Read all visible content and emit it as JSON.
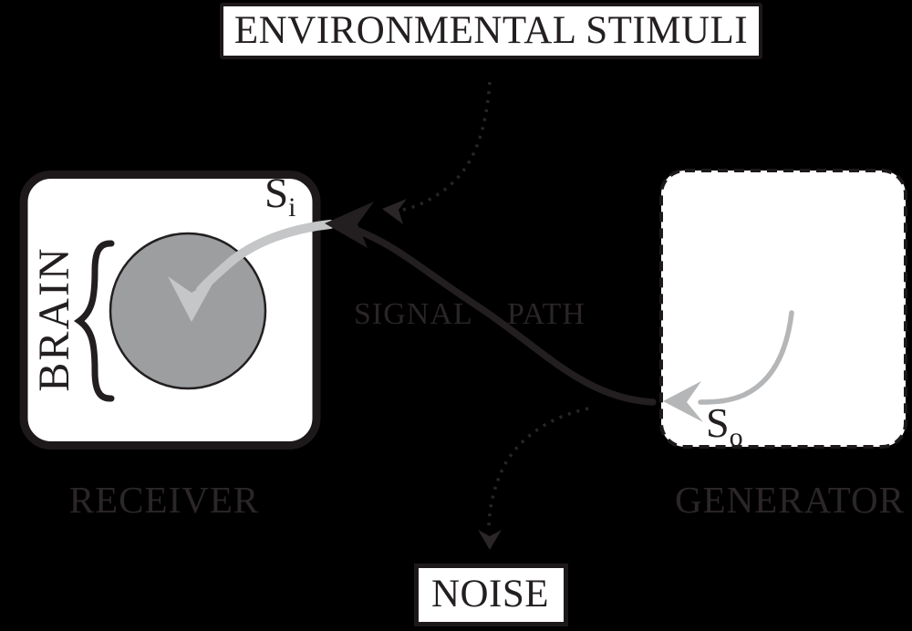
{
  "diagram_title": "Signal path diagram",
  "colors": {
    "background": "#000000",
    "ink": "#231f20",
    "box_fill": "#ffffff",
    "caption_text": "#2b2627",
    "brain_circle_fill": "#9c9ea0",
    "receiver_input_arrow": "#c5c6c8",
    "generator_output_arrow": "#b4b6b8"
  },
  "environmental_stimuli": {
    "label": "ENVIRONMENTAL STIMULI"
  },
  "noise": {
    "label": "NOISE"
  },
  "receiver": {
    "caption": "RECEIVER",
    "brain_label": "BRAIN",
    "brace": "{",
    "signal_in": {
      "base": "S",
      "sub": "i"
    }
  },
  "generator": {
    "caption": "GENERATOR",
    "signal_out": {
      "base": "S",
      "sub": "o"
    }
  },
  "signal_path": {
    "word_left": "SIGNAL",
    "word_right": "PATH"
  },
  "arrows": [
    {
      "name": "signal-path-arrow",
      "style": "solid-black-curve",
      "from": "generator",
      "to": "receiver"
    },
    {
      "name": "stimuli-dotted-arrow",
      "style": "dotted",
      "from": "environmental-stimuli",
      "to": "signal-path"
    },
    {
      "name": "noise-dotted-arrow",
      "style": "dotted",
      "from": "signal-path",
      "to": "noise"
    },
    {
      "name": "brain-input-arrow",
      "style": "solid-gray-curve",
      "from": "receiver-edge",
      "to": "brain-circle"
    },
    {
      "name": "generator-output-arrow",
      "style": "solid-gray-curve",
      "from": "generator-interior",
      "to": "generator-edge"
    }
  ]
}
